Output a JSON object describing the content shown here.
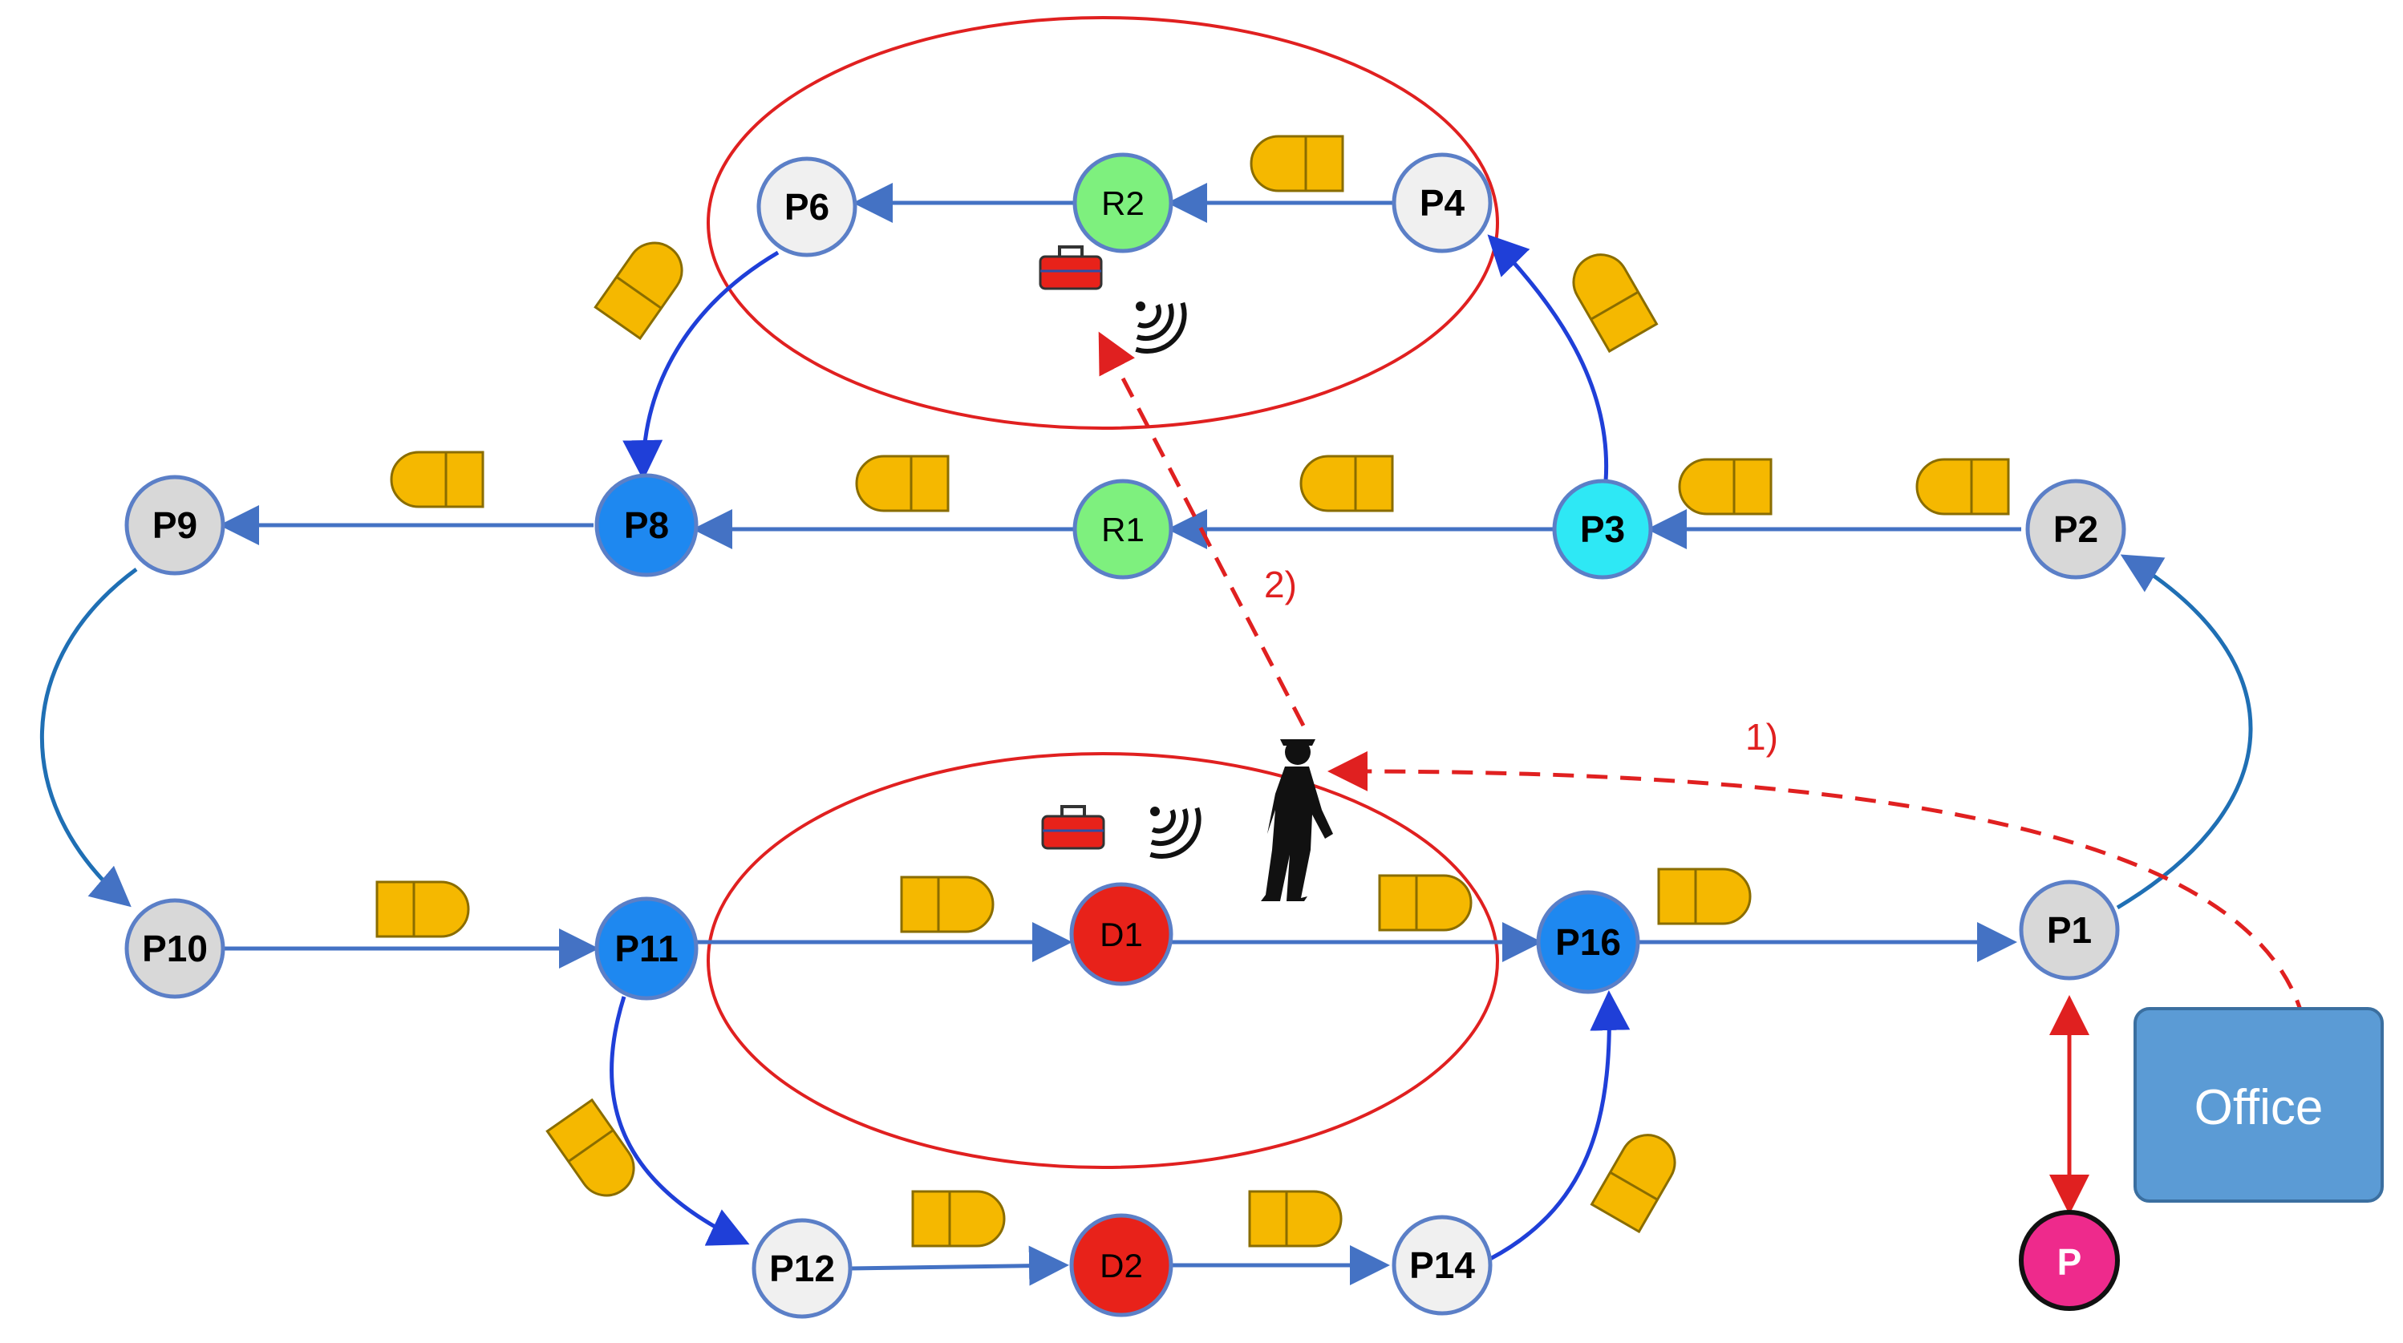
{
  "colors": {
    "edge": "#4472c4",
    "edge_dark": "#1f3fd8",
    "ring": "#e02020",
    "path_red": "#e02020",
    "agv_fill": "#f5b800",
    "agv_stroke": "#8a6d00",
    "node_gray": "#d8d8d8",
    "node_light": "#f0f0f0",
    "node_blue": "#1e88f0",
    "node_cyan": "#2ee8f5",
    "node_green": "#7ef07e",
    "node_red": "#e8221a",
    "node_pink": "#ee2a8c",
    "node_stroke": "#5b7fc7",
    "office": "#5b9bd5",
    "toolbox": "#e8221a"
  },
  "nodes": {
    "p1": "P1",
    "p2": "P2",
    "p3": "P3",
    "p4": "P4",
    "p6": "P6",
    "p8": "P8",
    "p9": "P9",
    "p10": "P10",
    "p11": "P11",
    "p12": "P12",
    "p14": "P14",
    "p16": "P16",
    "r1": "R1",
    "r2": "R2",
    "d1": "D1",
    "d2": "D2",
    "parking": "P"
  },
  "office": {
    "label": "Office"
  },
  "annotations": {
    "step1": "1)",
    "step2": "2)"
  },
  "icons": {
    "agv": "agv-vehicle-icon",
    "toolbox": "toolbox-icon",
    "wireless": "wireless-signal-icon",
    "worker": "worker-silhouette-icon"
  }
}
